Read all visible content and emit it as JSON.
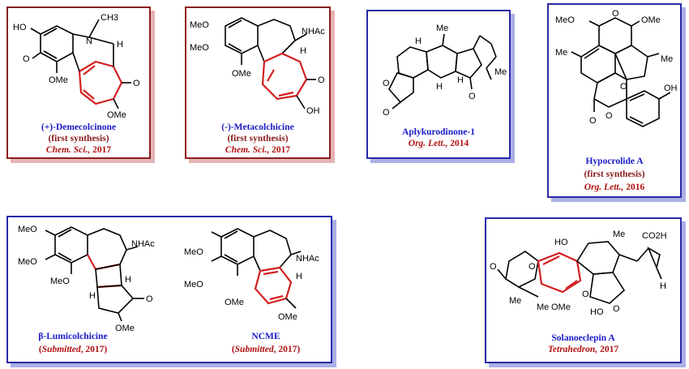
{
  "compounds": [
    {
      "name": "(+)-Demecolcinone",
      "note": "(first synthesis)",
      "journal": "Chem. Sci.",
      "year": "2017",
      "atoms": {
        "ho": "HO",
        "me": "CH3",
        "n": "N",
        "h": "H",
        "o1": "O",
        "ome": "OMe",
        "o2": "O",
        "ome2": "OMe"
      }
    },
    {
      "name": "(-)-Metacolchicine",
      "note": "(first synthesis)",
      "journal": "Chem. Sci.",
      "year": "2017",
      "atoms": {
        "meo1": "MeO",
        "meo2": "MeO",
        "ome": "OMe",
        "nhac": "NHAc",
        "h": "H",
        "o": "O",
        "oh": "OH"
      }
    },
    {
      "name": "Aplykurodinone-1",
      "journal": "Org. Lett.",
      "year": "2014",
      "atoms": {
        "h1": "H",
        "h2": "H",
        "h3": "H",
        "o1": "O",
        "o2": "O",
        "o3": "O",
        "me1": "Me",
        "me2": "Me"
      }
    },
    {
      "name": "Hypocrolide A",
      "note": "(first synthesis)",
      "journal": "Org. Lett.",
      "year": "2016",
      "atoms": {
        "meo": "MeO",
        "o": "O",
        "ome": "OMe",
        "me1": "Me",
        "me2": "Me",
        "o2": "O",
        "o3": "O",
        "o4": "O",
        "oh": "OH"
      }
    },
    {
      "name": "β-Lumicolchicine",
      "status": "Submitted",
      "year": "2017",
      "atoms": {
        "meo1": "MeO",
        "meo2": "MeO",
        "meo3": "MeO",
        "nhac": "NHAc",
        "h1": "H",
        "h2": "H",
        "o": "O",
        "ome": "OMe"
      }
    },
    {
      "name": "NCME",
      "status": "Submitted",
      "year": "2017",
      "atoms": {
        "meo1": "MeO",
        "meo2": "MeO",
        "ome": "OMe",
        "nhac": "NHAc",
        "h": "H",
        "ome2": "OMe"
      }
    },
    {
      "name": "Solanoeclepin A",
      "journal": "Tetrahedron",
      "year": "2017",
      "atoms": {
        "ho": "HO",
        "me1": "Me",
        "co2h": "CO2H",
        "h": "H",
        "o1": "O",
        "o2": "O",
        "me2": "Me",
        "me3": "Me",
        "ome": "OMe",
        "o3": "O",
        "ho2": "HO",
        "o4": "O"
      }
    }
  ]
}
